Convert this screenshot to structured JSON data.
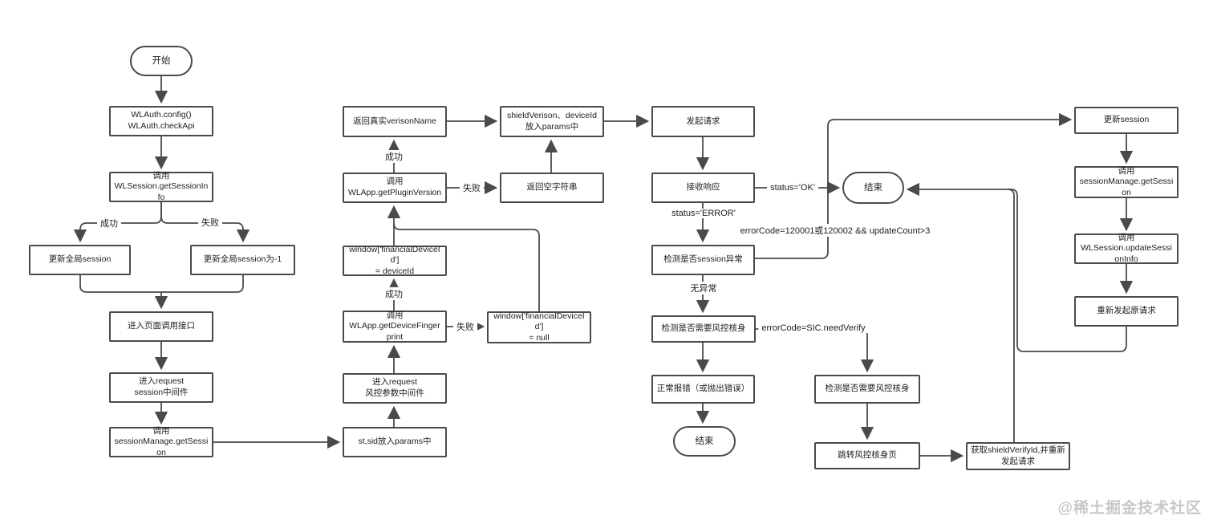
{
  "watermark": "@稀土掘金技术社区",
  "nodes": {
    "start": "开始",
    "wlauth_config": "WLAuth.config()\nWLAuth.checkApi",
    "call_get_session_info": "调用\nWLSession.getSessionInfo",
    "update_global_session": "更新全局session",
    "update_global_session_neg1": "更新全局session为-1",
    "enter_page_call_api": "进入页面调用接口",
    "enter_request_session_middleware": "进入request\nsession中间件",
    "call_session_manage_get_session": "调用\nsessionManage.getSession",
    "st_sid_into_params": "st,sid放入params中",
    "enter_request_risk_middleware": "进入request\n风控参数中间件",
    "call_get_device_fingerprint": "调用\nWLApp.getDeviceFingerprint",
    "financial_device_id_null": "window['financialDeviceId']\n= null",
    "financial_device_id_deviceid": "window['financialDeviceId']\n= deviceId",
    "call_get_plugin_version": "调用\nWLApp.getPluginVersion",
    "return_empty_string": "返回空字符串",
    "return_real_version_name": "返回真实verisonName",
    "shield_version_into_params": "shieldVerison、deviceId放入params中",
    "send_request": "发起请求",
    "receive_response": "接收响应",
    "end_top": "结束",
    "check_session_error": "检测是否session异常",
    "check_risk_verify_1": "检测是否需要风控核身",
    "normal_error": "正常报错（或抛出错误）",
    "end_bottom": "结束",
    "check_risk_verify_2": "检测是否需要风控核身",
    "jump_risk_verify_page": "跳转风控核身页",
    "get_shield_verify_id": "获取shieldVerifyId,并重新发起请求",
    "update_session": "更新session",
    "call_session_manage_get_session_2": "调用\nsessionManage.getSession",
    "call_update_session_info": "调用\nWLSession.updateSessionInfo",
    "resend_original_request": "重新发起原请求"
  },
  "edge_labels": {
    "success_1": "成功",
    "fail_1": "失败",
    "success_2": "成功",
    "fail_2": "失败",
    "success_3": "成功",
    "fail_3": "失败",
    "status_ok": "status='OK'",
    "status_error": "status='ERROR'",
    "error_code_update": "errorCode=120001或120002 && updateCount>3",
    "no_error": "无异常",
    "error_code_need_verify": "errorCode=SIC.needVerify"
  }
}
